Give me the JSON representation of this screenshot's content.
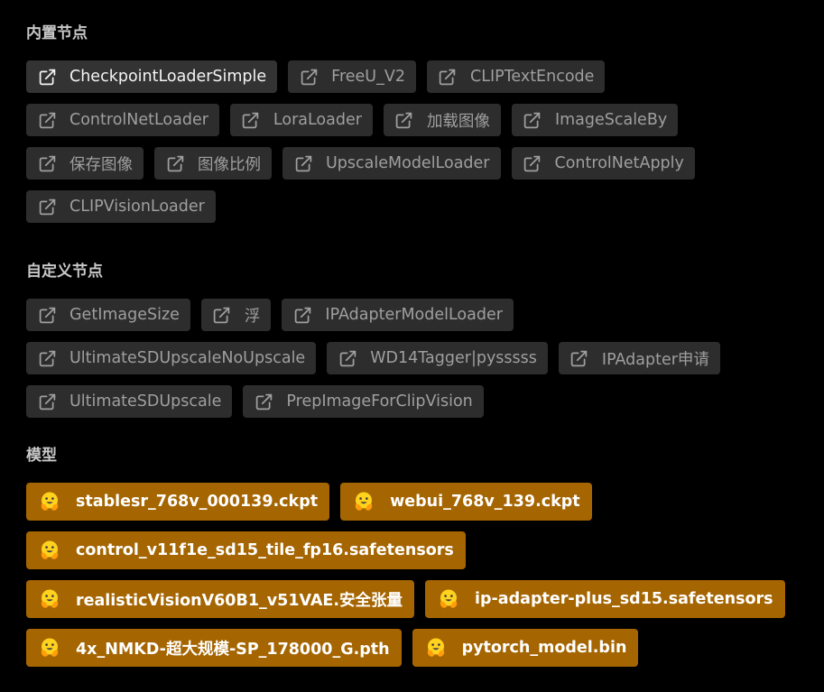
{
  "sections": {
    "builtin": {
      "title": "内置节点",
      "items": [
        {
          "label": "CheckpointLoaderSimple",
          "active": true
        },
        {
          "label": "FreeU_V2"
        },
        {
          "label": "CLIPTextEncode"
        },
        {
          "label": "ControlNetLoader"
        },
        {
          "label": "LoraLoader"
        },
        {
          "label": "加载图像"
        },
        {
          "label": "ImageScaleBy"
        },
        {
          "label": "保存图像"
        },
        {
          "label": "图像比例"
        },
        {
          "label": "UpscaleModelLoader"
        },
        {
          "label": "ControlNetApply"
        },
        {
          "label": "CLIPVisionLoader"
        }
      ]
    },
    "custom": {
      "title": "自定义节点",
      "items": [
        {
          "label": "GetImageSize"
        },
        {
          "label": "浮"
        },
        {
          "label": "IPAdapterModelLoader"
        },
        {
          "label": "UltimateSDUpscaleNoUpscale"
        },
        {
          "label": "WD14Tagger|pysssss"
        },
        {
          "label": "IPAdapter申请"
        },
        {
          "label": "UltimateSDUpscale"
        },
        {
          "label": "PrepImageForClipVision"
        }
      ]
    },
    "models": {
      "title": "模型",
      "items": [
        {
          "label": "stablesr_768v_000139.ckpt"
        },
        {
          "label": "webui_768v_139.ckpt"
        },
        {
          "label": "control_v11f1e_sd15_tile_fp16.safetensors"
        },
        {
          "label": "realisticVisionV60B1_v51VAE.安全张量"
        },
        {
          "label": "ip-adapter-plus_sd15.safetensors"
        },
        {
          "label": "4x_NMKD-超大规模-SP_178000_G.pth"
        },
        {
          "label": "pytorch_model.bin"
        }
      ]
    }
  },
  "icons": {
    "node_chip": "external-link-icon",
    "model_chip": "hugging-face-icon"
  },
  "colors": {
    "background": "#000000",
    "chip_bg": "#2d2d2d",
    "chip_text": "#9f9f9f",
    "chip_active_text": "#f4f4f4",
    "model_chip_bg": "#a56500",
    "model_chip_text": "#ffffff",
    "heading_text": "#c8c8c8",
    "hf_face": "#ffd21e",
    "hf_face_shade": "#ff9d0b"
  }
}
